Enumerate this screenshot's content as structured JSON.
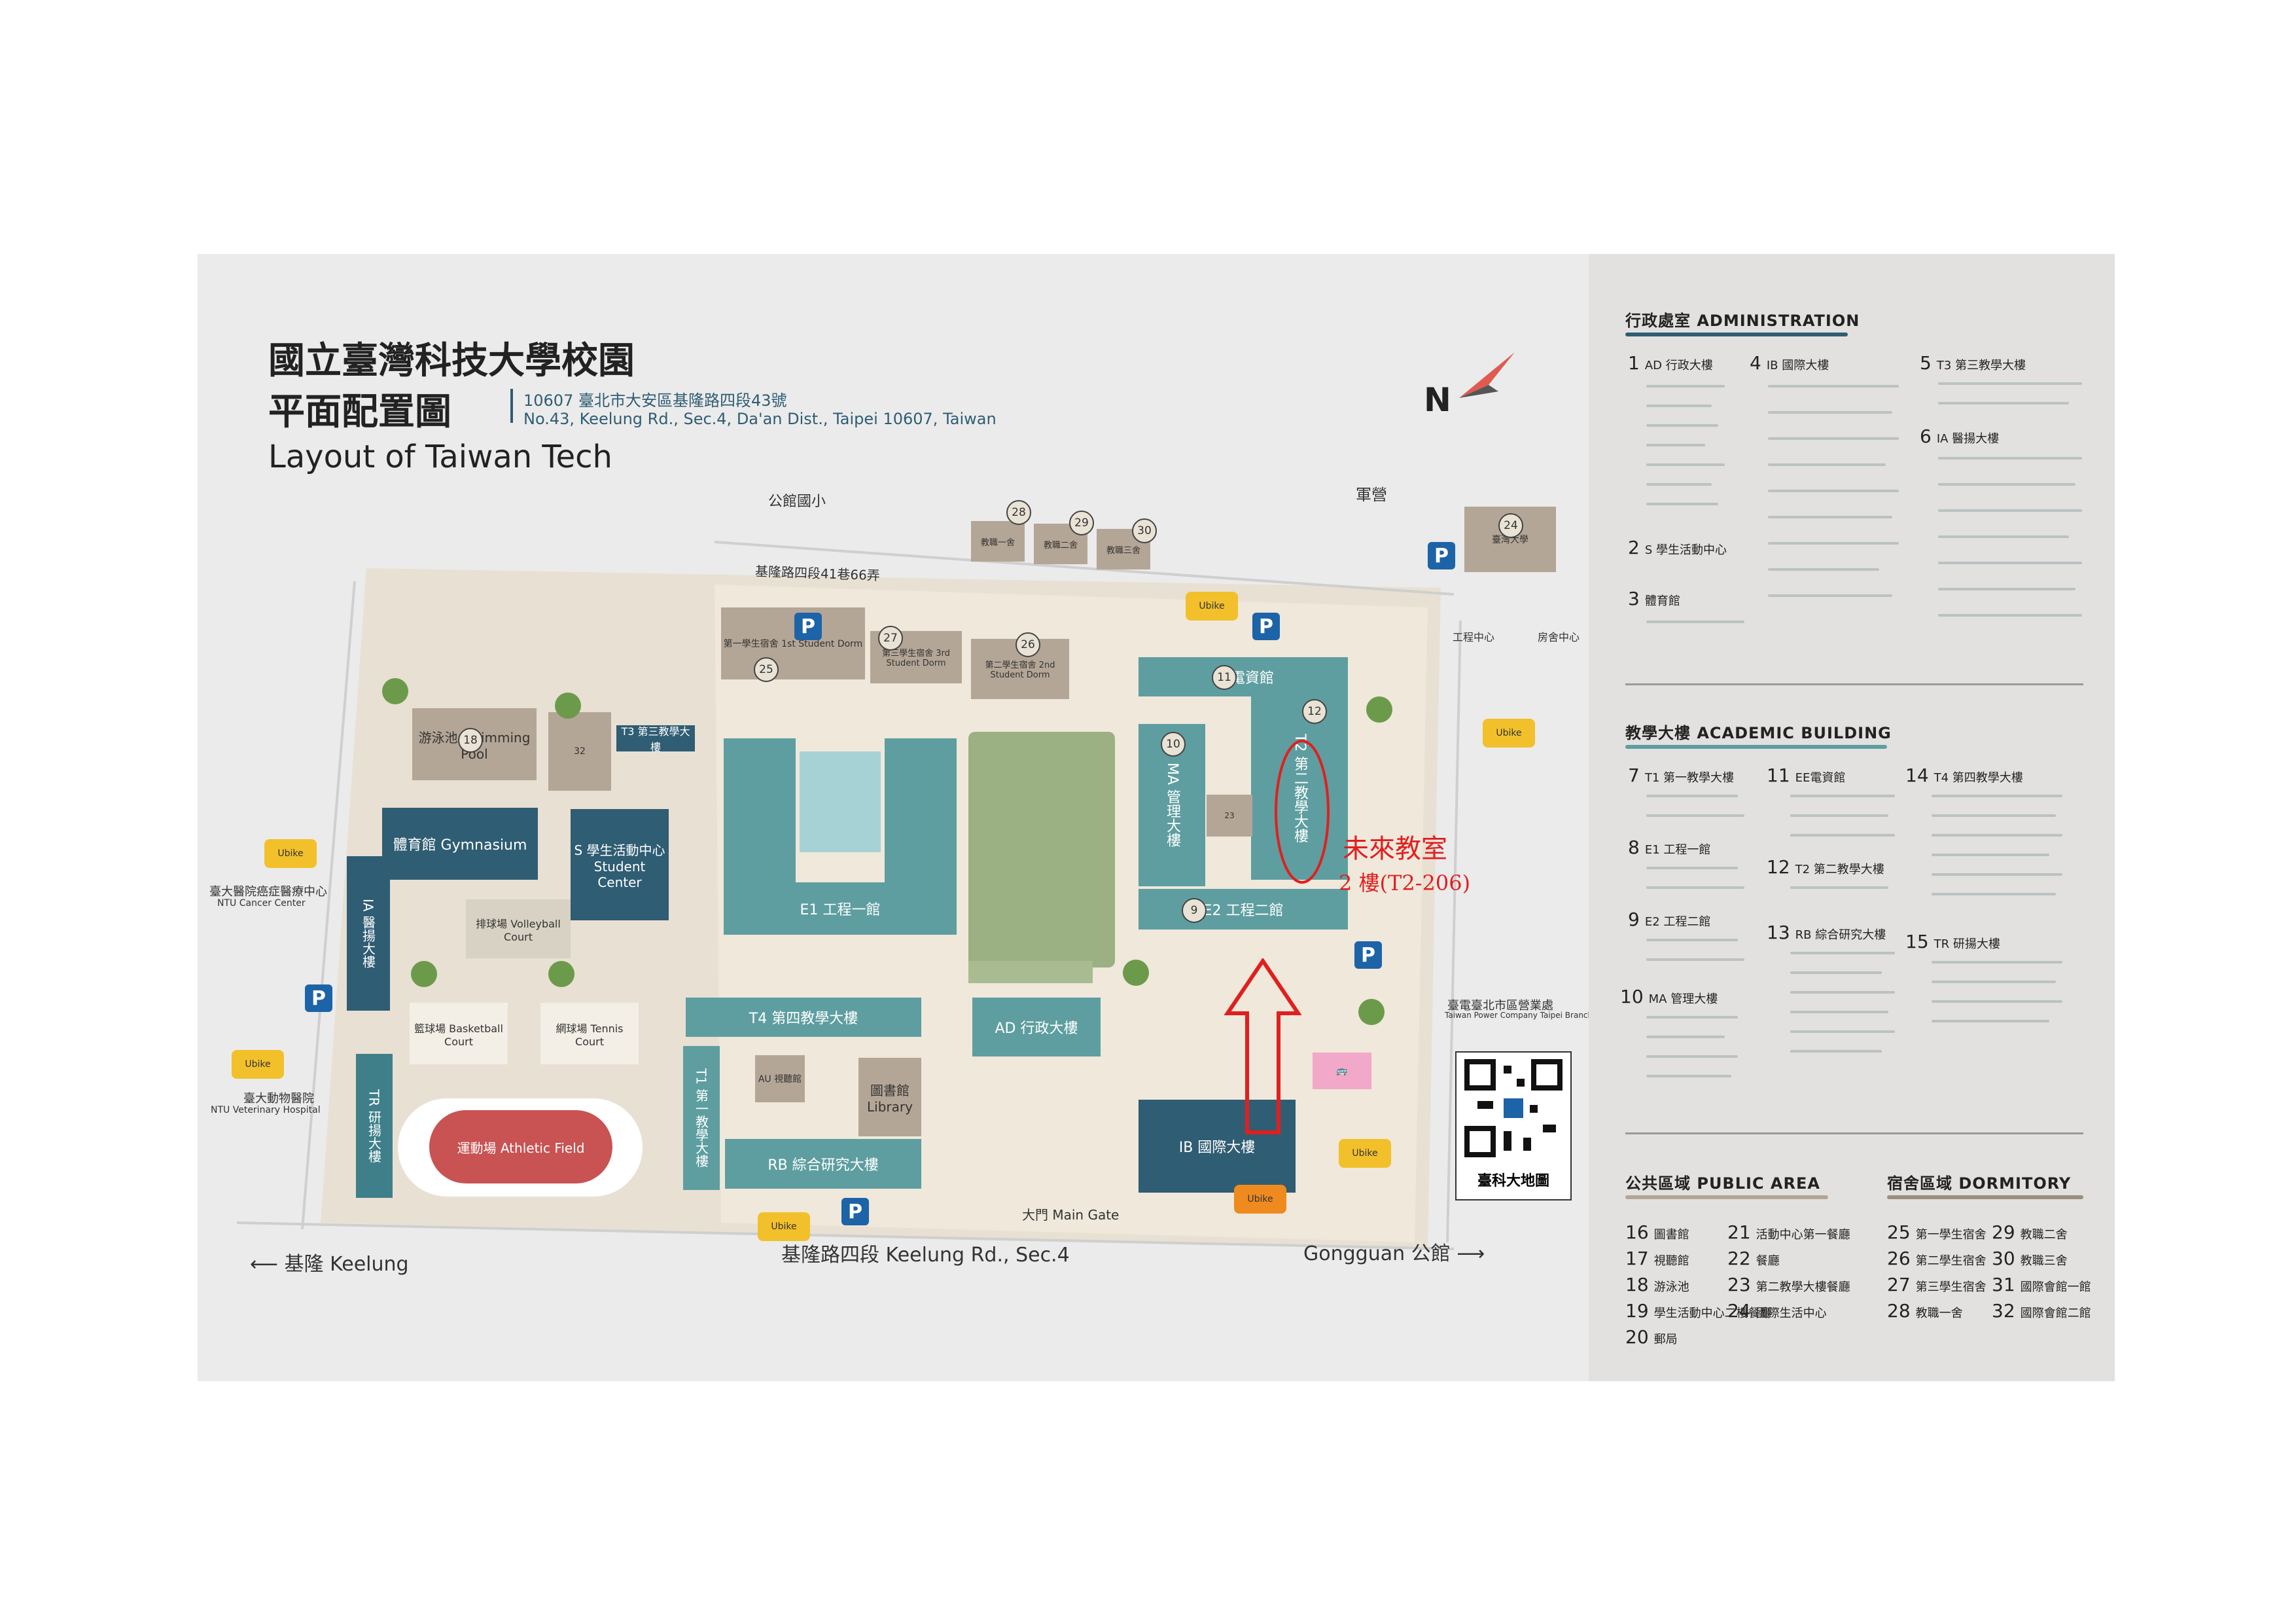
{
  "header": {
    "title_line1": "國立臺灣科技大學校園",
    "title_line2": "平面配置圖",
    "address_cn": "10607 臺北市大安區基隆路四段43號",
    "address_en": "No.43, Keelung Rd., Sec.4, Da'an Dist., Taipei 10607, Taiwan",
    "title_en": "Layout of Taiwan Tech",
    "north": "N"
  },
  "colors": {
    "teal": "#5e9ea0",
    "navy": "#2f5d73",
    "tan": "#b4a696",
    "red_annotation": "#e01f1f",
    "parking": "#1d63a8",
    "bike": "#f2c02a"
  },
  "map": {
    "top_labels": {
      "gongguan_elem": "公館國小",
      "military": "軍營",
      "alley": "基隆路四段41巷66弄",
      "faculty1": "教職一舍",
      "faculty2": "教職二舍",
      "faculty3": "教職三舍",
      "building24": "臺灣大學",
      "gongren": "工程中心",
      "shelter": "房舍中心"
    },
    "buildings": {
      "ee": "EE電資館",
      "t2": "T2 第二教學大樓",
      "ma": "MA 管理大樓",
      "e2": "E2 工程二館",
      "e1": "E1 工程一館",
      "t4": "T4 第四教學大樓",
      "ad": "AD 行政大樓",
      "ib": "IB 國際大樓",
      "rb": "RB 綜合研究大樓",
      "library": "圖書館 Library",
      "t1": "T1 第一教學大樓",
      "tr": "TR 研揚大樓",
      "ia": "IA 醫揚大樓",
      "gym": "體育館 Gymnasium",
      "student_center": "S 學生活動中心 Student Center",
      "swimming": "游泳池 Swimming Pool",
      "volleyball": "排球場 Volleyball Court",
      "basketball": "籃球場 Basketball Court",
      "tennis": "網球場 Tennis Court",
      "athletic": "運動場 Athletic Field",
      "dorm1": "第一學生宿舍 1st Student Dorm",
      "dorm3": "第三學生宿舍 3rd Student Dorm",
      "dorm2": "第二學生宿舍 2nd Student Dorm",
      "t3": "T3 第三教學大樓",
      "au": "AU 視聽館",
      "main_gate": "大門 Main Gate"
    },
    "annotation": {
      "future_classroom": "未來教室",
      "floor": "2 樓(T2-206)"
    },
    "bottom_labels": {
      "keelung": "基隆 Keelung",
      "road": "基隆路四段 Keelung Rd., Sec.4",
      "gongguan": "Gongguan 公館"
    },
    "side_labels": {
      "ntu_cancer": "臺大醫院癌症醫療中心",
      "ntu_cancer_en": "NTU Cancer Center",
      "ntu_vet": "臺大動物醫院",
      "ntu_vet_en": "NTU Veterinary Hospital",
      "taipower": "臺電臺北市區營業處",
      "taipower_en": "Taiwan Power Company Taipei Branch",
      "qr": "臺科大地圖"
    }
  },
  "legend": {
    "admin_header": "行政處室 ADMINISTRATION",
    "admin_items": [
      {
        "num": "1",
        "label": "AD 行政大樓"
      },
      {
        "num": "2",
        "label": "S 學生活動中心"
      },
      {
        "num": "3",
        "label": "體育館"
      },
      {
        "num": "4",
        "label": "IB 國際大樓"
      },
      {
        "num": "5",
        "label": "T3 第三教學大樓"
      },
      {
        "num": "6",
        "label": "IA 醫揚大樓"
      }
    ],
    "academic_header": "教學大樓 ACADEMIC BUILDING",
    "academic_items": [
      {
        "num": "7",
        "label": "T1 第一教學大樓"
      },
      {
        "num": "8",
        "label": "E1 工程一館"
      },
      {
        "num": "9",
        "label": "E2 工程二館"
      },
      {
        "num": "10",
        "label": "MA 管理大樓"
      },
      {
        "num": "11",
        "label": "EE電資館"
      },
      {
        "num": "12",
        "label": "T2 第二教學大樓"
      },
      {
        "num": "13",
        "label": "RB 綜合研究大樓"
      },
      {
        "num": "14",
        "label": "T4 第四教學大樓"
      },
      {
        "num": "15",
        "label": "TR 研揚大樓"
      }
    ],
    "public_header": "公共區域 PUBLIC AREA",
    "public_items": [
      {
        "num": "16",
        "label": "圖書館"
      },
      {
        "num": "17",
        "label": "視聽館"
      },
      {
        "num": "18",
        "label": "游泳池"
      },
      {
        "num": "19",
        "label": "學生活動中心二樓餐廳"
      },
      {
        "num": "20",
        "label": "郵局"
      },
      {
        "num": "21",
        "label": "活動中心第一餐廳"
      },
      {
        "num": "22",
        "label": "餐廳"
      },
      {
        "num": "23",
        "label": "第二教學大樓餐廳"
      },
      {
        "num": "24",
        "label": "國際生活中心"
      }
    ],
    "dorm_header": "宿舍區域 DORMITORY",
    "dorm_items": [
      {
        "num": "25",
        "label": "第一學生宿舍"
      },
      {
        "num": "26",
        "label": "第二學生宿舍"
      },
      {
        "num": "27",
        "label": "第三學生宿舍"
      },
      {
        "num": "28",
        "label": "教職一舍"
      },
      {
        "num": "29",
        "label": "教職二舍"
      },
      {
        "num": "30",
        "label": "教職三舍"
      },
      {
        "num": "31",
        "label": "國際會館一館"
      },
      {
        "num": "32",
        "label": "國際會館二館"
      }
    ]
  }
}
